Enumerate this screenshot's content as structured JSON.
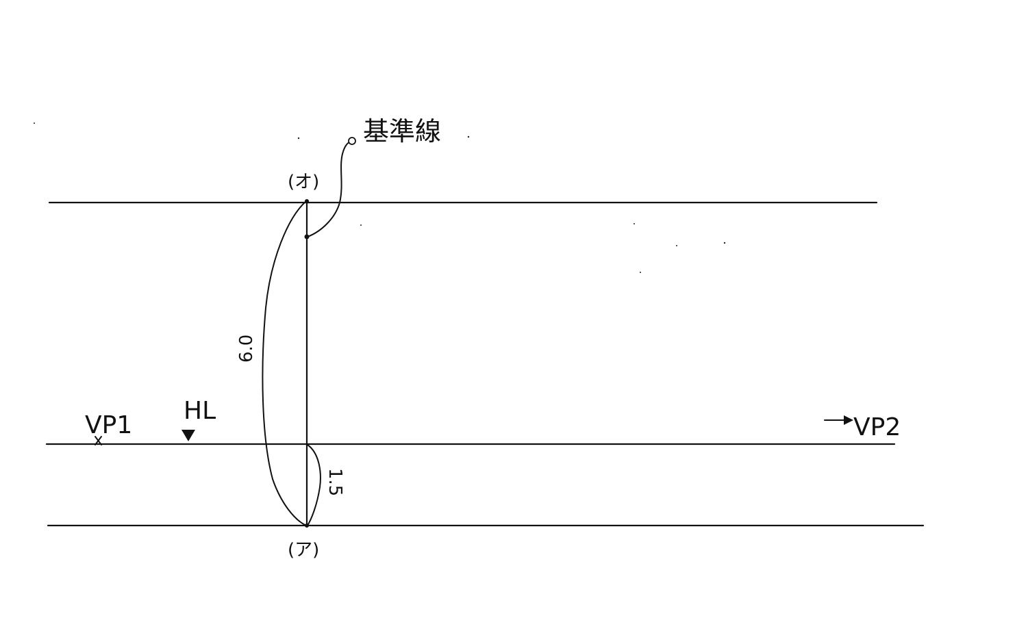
{
  "diagram": {
    "labels": {
      "reference_line": "基準線",
      "top_point": "(オ)",
      "bottom_point": "(ア)",
      "height_total": "6.0",
      "height_lower": "1.5",
      "horizon_line": "HL",
      "vp1": "VP1",
      "vp2": "VP2"
    },
    "icons": {
      "vp1_marker": "x-mark-icon",
      "hl_marker": "down-triangle-icon",
      "vp2_arrow": "right-arrow-icon",
      "leader_end": "small-circle-icon"
    },
    "colors": {
      "ink": "#111111",
      "paper": "#ffffff"
    }
  }
}
